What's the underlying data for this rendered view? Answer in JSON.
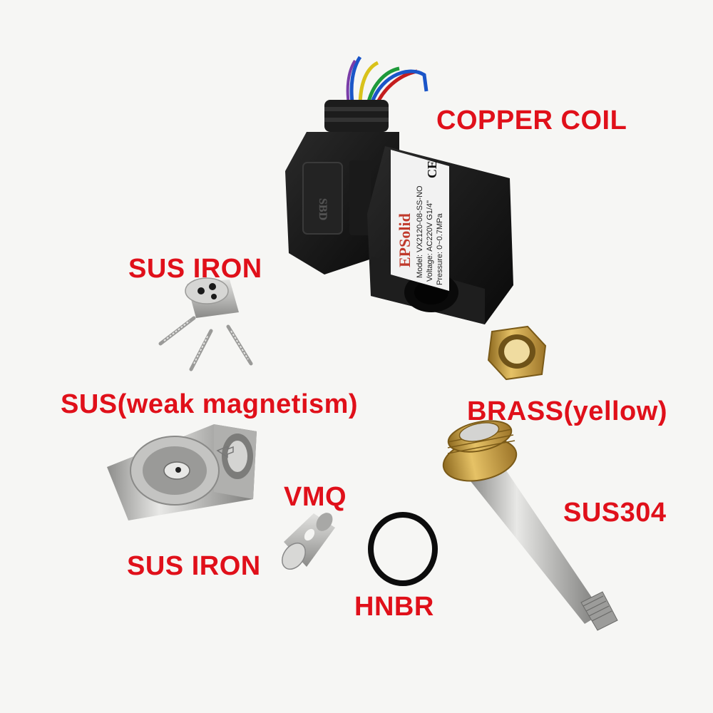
{
  "labels": {
    "copper_coil": "COPPER COIL",
    "sus_iron_top": "SUS IRON",
    "sus_weak": "SUS(weak magnetism)",
    "brass": "BRASS(yellow)",
    "vmq": "VMQ",
    "sus304": "SUS304",
    "sus_iron_bottom": "SUS IRON",
    "hnbr": "HNBR"
  },
  "coil_label": {
    "brand": "EPSolid",
    "mark": "CE",
    "model": "Model: VX2120-08-SS-NO",
    "voltage": "Voltage: AC220V  G1/4\"",
    "pressure": "Pressure: 0~0.7MPa"
  },
  "connector_logo": "SBD",
  "colors": {
    "label_red": "#e0101a",
    "background": "#f6f6f4",
    "plastic_black": "#141414",
    "brass": "#c9a24a",
    "steel": "#c8c8c6"
  }
}
